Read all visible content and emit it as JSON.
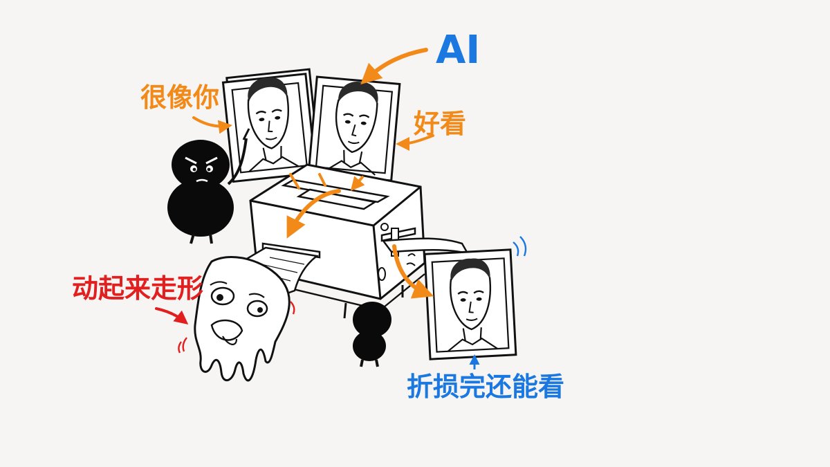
{
  "labels": {
    "ai": "AI",
    "looks_like_you": "很像你",
    "good_looking": "好看",
    "distorts_when_moving": "动起来走形",
    "still_watchable_after_loss": "折损完还能看"
  },
  "colors": {
    "background": "#f6f5f3",
    "ink": "#111111",
    "orange_accent": "#f28a1a",
    "blue_accent": "#1a78e0",
    "red_accent": "#e21f1f"
  },
  "icons": [
    "portrait-frame-icon",
    "toaster-icon",
    "blob-creature-icon",
    "melting-face-icon",
    "curved-arrow-icon"
  ]
}
